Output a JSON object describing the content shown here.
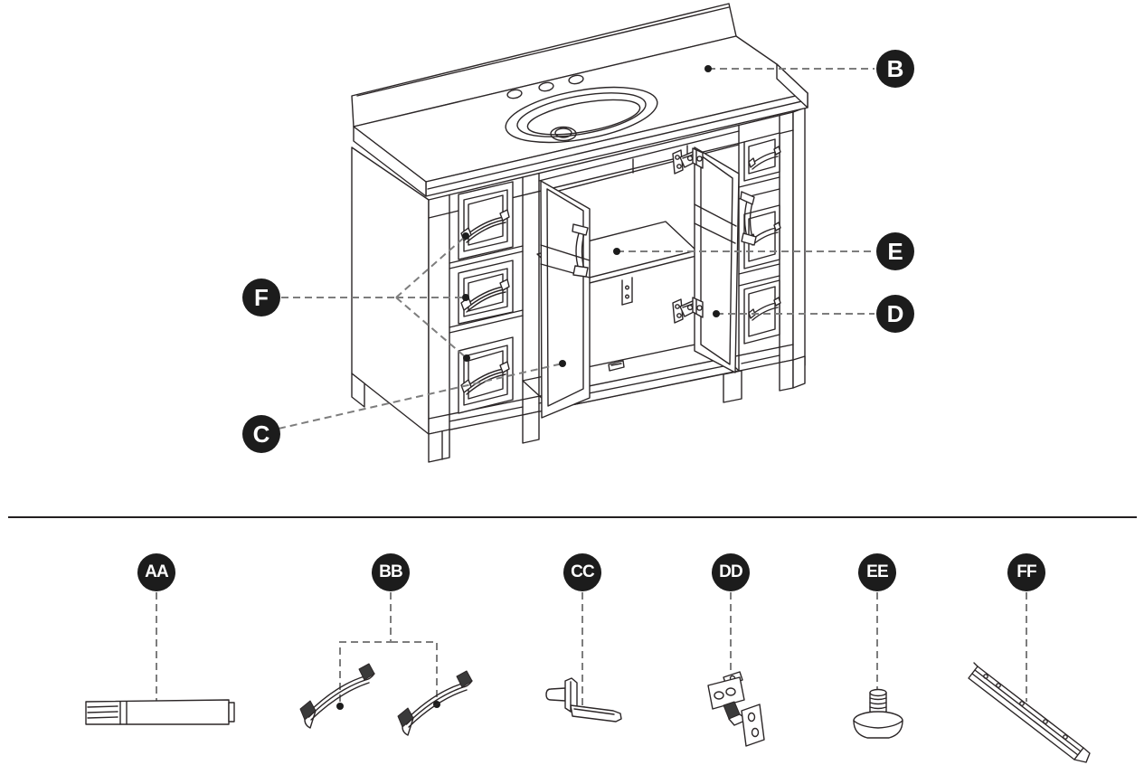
{
  "page": {
    "background": "#ffffff"
  },
  "callouts": {
    "B": "B",
    "C": "C",
    "D": "D",
    "E": "E",
    "F": "F",
    "AA": "AA",
    "BB": "BB",
    "CC": "CC",
    "DD": "DD",
    "EE": "EE",
    "FF": "FF"
  },
  "legend": {
    "main_parts": [
      {
        "label": "B",
        "target": "vanity countertop with backsplash and oval sink"
      },
      {
        "label": "C",
        "target": "left cabinet door (shown open)"
      },
      {
        "label": "D",
        "target": "right cabinet door (shown open)"
      },
      {
        "label": "E",
        "target": "interior shelf"
      },
      {
        "label": "F",
        "target": "drawers (three, left bank)"
      }
    ],
    "hardware_parts": [
      {
        "label": "AA",
        "target": "dowel bar"
      },
      {
        "label": "BB",
        "target": "pair of pull handles"
      },
      {
        "label": "CC",
        "target": "shelf support clip"
      },
      {
        "label": "DD",
        "target": "concealed cabinet hinge"
      },
      {
        "label": "EE",
        "target": "adjustable leveling foot"
      },
      {
        "label": "FF",
        "target": "drawer slide rail"
      }
    ]
  },
  "colors": {
    "line": "#2b2627",
    "leader": "#7d7d7d",
    "callout_bg": "#1c1c1c",
    "callout_text": "#ffffff",
    "divider": "#231f20"
  }
}
